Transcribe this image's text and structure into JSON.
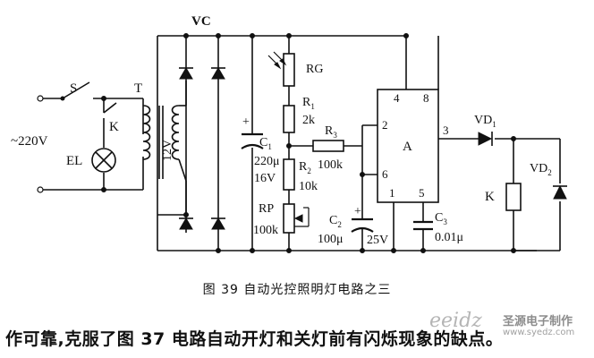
{
  "labels": {
    "vc": "VC",
    "switch": "S",
    "transformer": "T",
    "relay_contact": "K",
    "mains": "~220V",
    "lamp": "EL",
    "secondary": "12V",
    "photoresistor": "RG",
    "r1_name": "R",
    "r1_sub": "1",
    "r1_value": "2k",
    "c1_name": "C",
    "c1_sub": "1",
    "c1_plus": "+",
    "c1_value1": "220μ",
    "c1_value2": "16V",
    "r2_name": "R",
    "r2_sub": "2",
    "r2_value": "10k",
    "r3_name": "R",
    "r3_sub": "3",
    "r3_value": "100k",
    "rp_name": "RP",
    "rp_value": "100k",
    "c2_name": "C",
    "c2_sub": "2",
    "c2_plus": "+",
    "c2_value": "100μ",
    "c2_voltage": "25V",
    "ic_name": "A",
    "pin4": "4",
    "pin8": "8",
    "pin2": "2",
    "pin6": "6",
    "pin1": "1",
    "pin5": "5",
    "pin3": "3",
    "c3_name": "C",
    "c3_sub": "3",
    "c3_value": "0.01μ",
    "vd1_name": "VD",
    "vd1_sub": "1",
    "vd2_name": "VD",
    "vd2_sub": "2",
    "relay_coil": "K"
  },
  "caption": "图 39    自动光控照明灯电路之三",
  "body_text": "作可靠,克服了图 37 电路自动开灯和关灯前有闪烁现象的缺点。",
  "watermark": {
    "logo": "eeidz",
    "title": "圣源电子制作",
    "url": "www.syedz.com"
  }
}
